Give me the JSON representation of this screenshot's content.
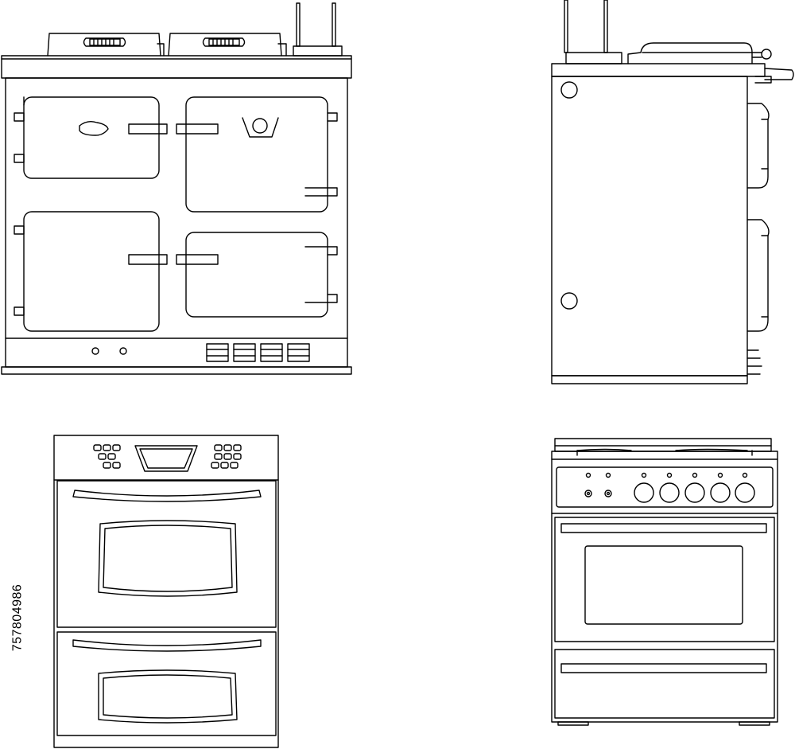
{
  "stock_id": "757804986",
  "colors": {
    "line": "#000000",
    "background": "#ffffff"
  },
  "drawings": [
    {
      "name": "range-cooker-front"
    },
    {
      "name": "range-cooker-side"
    },
    {
      "name": "double-oven-front"
    },
    {
      "name": "gas-stove-front"
    }
  ]
}
